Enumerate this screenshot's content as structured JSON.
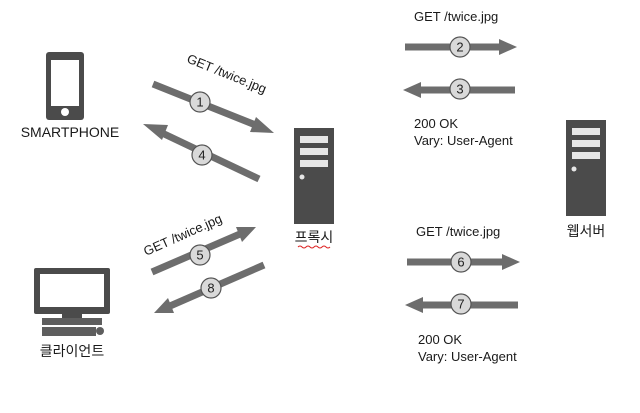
{
  "nodes": {
    "smartphone": "SMARTPHONE",
    "client": "클라이언트",
    "proxy": "프록시",
    "webserver": "웹서버"
  },
  "messages": {
    "phone_request": "GET /twice.jpg",
    "proxy_request": "GET /twice.jpg",
    "proxy_response_status": "200 OK",
    "proxy_response_vary": "Vary: User-Agent",
    "client_request": "GET /twice.jpg",
    "proxy_request_2": "GET /twice.jpg",
    "proxy_response_status_2": "200 OK",
    "proxy_response_vary_2": "Vary: User-Agent"
  },
  "steps": [
    "1",
    "2",
    "3",
    "4",
    "5",
    "6",
    "7",
    "8"
  ],
  "colors": {
    "arrow": "#6d6d6d",
    "device": "#4b4b4b",
    "step_circle": "#d9d9d9"
  }
}
